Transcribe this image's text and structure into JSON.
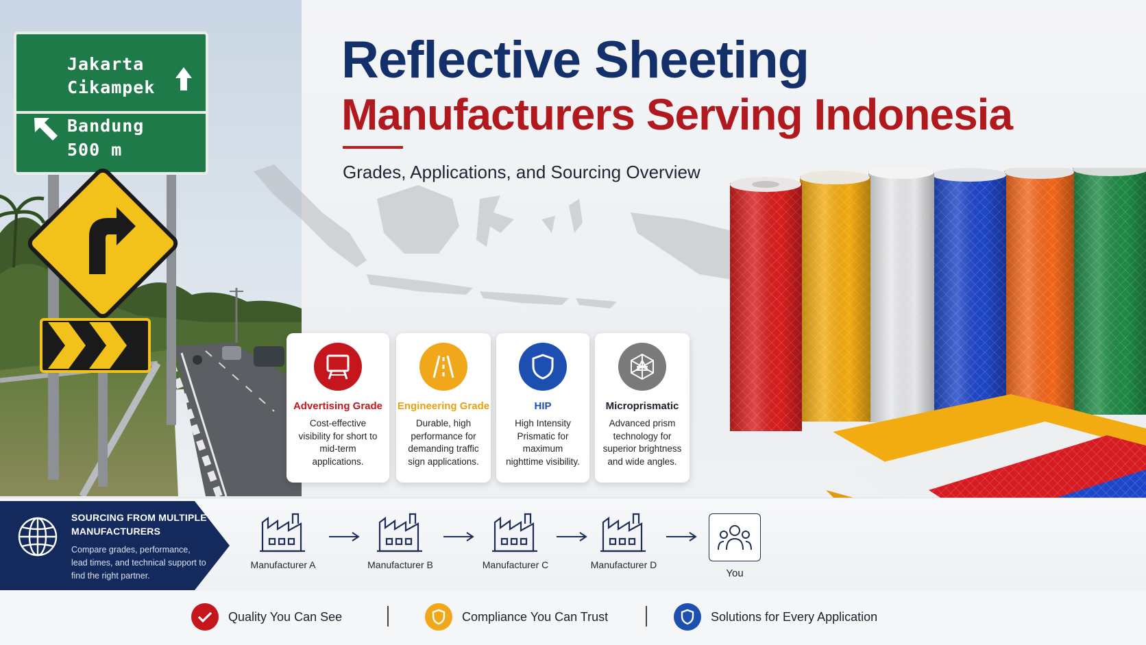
{
  "headline": {
    "line1": "Reflective Sheeting",
    "line2": "Manufacturers Serving Indonesia",
    "subtitle": "Grades, Applications, and Sourcing Overview"
  },
  "road_sign": {
    "line1": "Jakarta",
    "line2": "Cikampek",
    "line3": "Bandung",
    "line4": "500 m"
  },
  "grades": [
    {
      "title": "Advertising Grade",
      "description": "Cost-effective visibility for short to mid-term applications.",
      "icon": "billboard-icon",
      "color": "#c4161c"
    },
    {
      "title": "Engineering Grade",
      "description": "Durable, high performance for demanding traffic sign applications.",
      "icon": "road-icon",
      "color": "#f0a81a"
    },
    {
      "title": "HIP",
      "description": "High Intensity Prismatic for maximum nighttime visibility.",
      "icon": "shield-icon",
      "color": "#1d4fb0"
    },
    {
      "title": "Microprismatic",
      "description": "Advanced prism technology for superior brightness and wide angles.",
      "icon": "prism-icon",
      "color": "#7a7a7a"
    }
  ],
  "sourcing": {
    "title": "SOURCING FROM MULTIPLE MANUFACTURERS",
    "text": "Compare grades, performance, lead times, and technical support to find the right partner.",
    "manufacturers": [
      "Manufacturer A",
      "Manufacturer B",
      "Manufacturer C",
      "Manufacturer D"
    ],
    "you": "You"
  },
  "values": [
    {
      "label": "Quality You Can See",
      "icon": "check-icon",
      "color": "#c4161c"
    },
    {
      "label": "Compliance You Can Trust",
      "icon": "shield-icon",
      "color": "#f0a81a"
    },
    {
      "label": "Solutions for Every Application",
      "icon": "shield-icon",
      "color": "#1d4fb0"
    }
  ],
  "colors": {
    "navy": "#14306b",
    "red": "#b01a1f",
    "roll_red": "#d81e1e",
    "roll_yellow": "#f2ab10",
    "roll_white": "#e8e8e8",
    "roll_blue": "#1e46c8",
    "roll_orange": "#f2661a",
    "roll_green": "#1f8a45"
  }
}
